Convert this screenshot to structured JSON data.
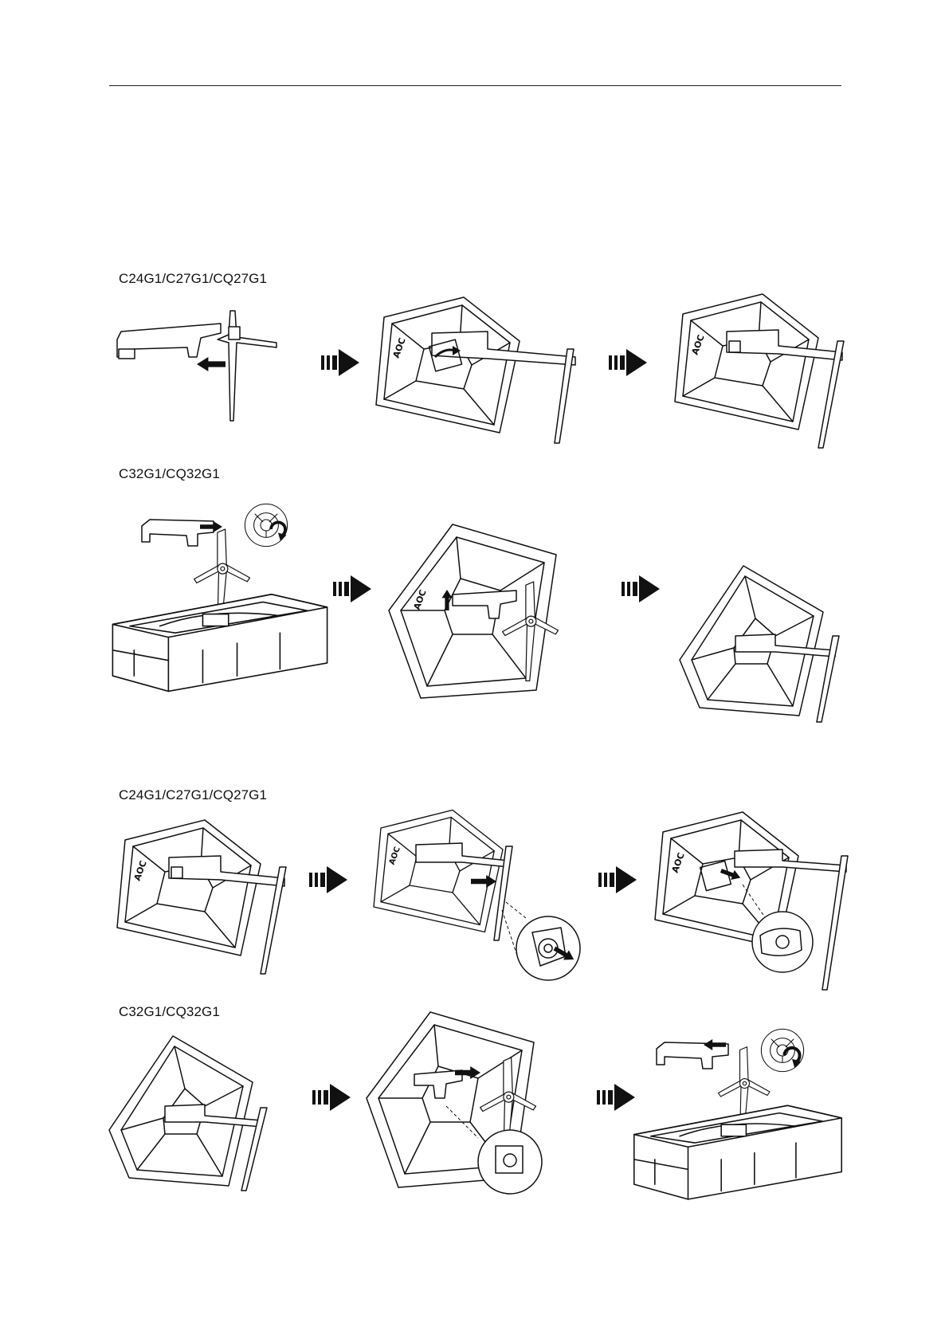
{
  "captions": {
    "attach_small": "C24G1/C27G1/CQ27G1",
    "attach_large": "C32G1/CQ32G1",
    "detach_small": "C24G1/C27G1/CQ27G1",
    "detach_large": "C32G1/CQ32G1"
  },
  "logo": "AOC",
  "icons": {
    "next_step": "next-step-arrow-icon",
    "push": "push-arrow-icon",
    "rotate": "rotate-arrow-icon"
  },
  "colors": {
    "ink": "#111111",
    "paper": "#ffffff"
  }
}
